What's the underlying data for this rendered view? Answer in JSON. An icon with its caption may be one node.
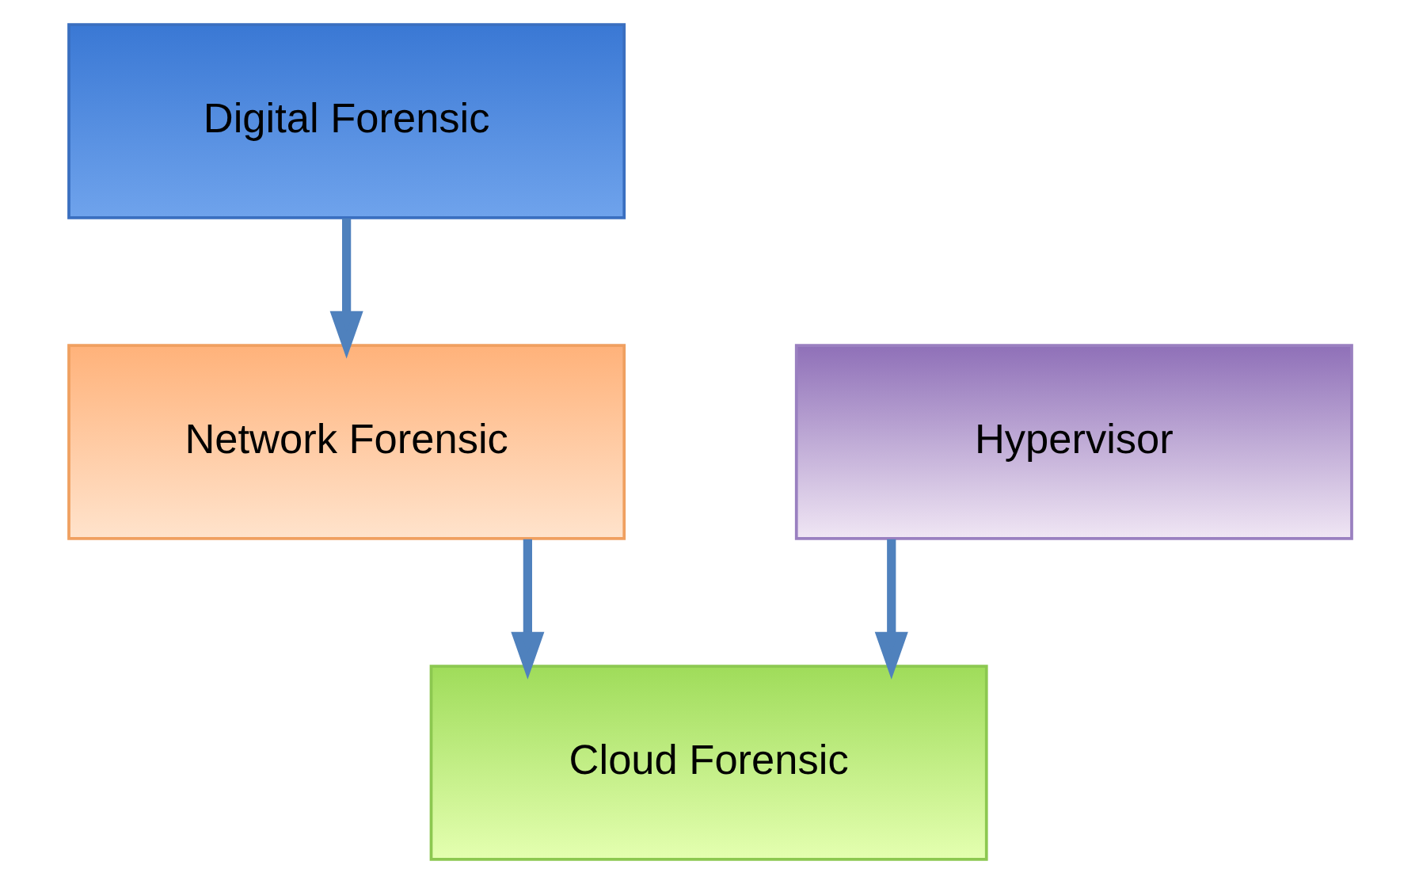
{
  "diagram": {
    "nodes": [
      {
        "text": [
          "Digital Forensic"
        ]
      },
      {
        "text": [
          "Network Forensic"
        ]
      },
      {
        "text": [
          "Cloud Forensic"
        ]
      },
      {
        "text": [
          "Hypervisor"
        ]
      }
    ],
    "edges": [
      {
        "from": 0,
        "to": 1,
        "arrow": "to"
      },
      {
        "from": 1,
        "to": 2,
        "arrow": "to"
      },
      {
        "from": 3,
        "to": 2,
        "arrow": "to"
      }
    ]
  }
}
